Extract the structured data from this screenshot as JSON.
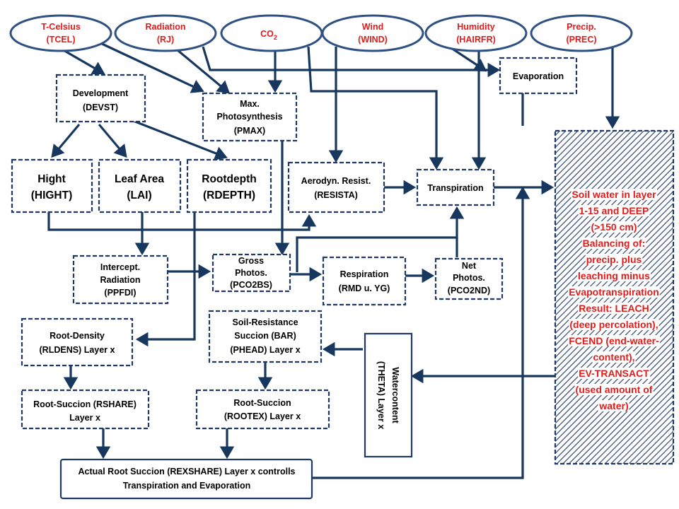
{
  "inputs": {
    "tcel": [
      "T-Celsius",
      "(TCEL)"
    ],
    "rj": [
      "Radiation",
      "(RJ)"
    ],
    "co2": "CO",
    "co2_sub": "2",
    "wind": [
      "Wind",
      "(WIND)"
    ],
    "hairfr": [
      "Humidity",
      "(HAIRFR)"
    ],
    "prec": [
      "Precip.",
      "(PREC)"
    ]
  },
  "boxes": {
    "devst": [
      "Development",
      "(DEVST)"
    ],
    "pmax": [
      "Max.",
      "Photosynthesis",
      "(PMAX)"
    ],
    "evaporation": [
      "Evaporation"
    ],
    "hight": [
      "Hight",
      "(HIGHT)"
    ],
    "lai": [
      "Leaf Area",
      "(LAI)"
    ],
    "rdepth": [
      "Rootdepth",
      "(RDEPTH)"
    ],
    "resista": [
      "Aerodyn. Resist.",
      "(RESISTA)"
    ],
    "transpiration": [
      "Transpiration"
    ],
    "ppfdi": [
      "Intercept.",
      "Radiation",
      "(PPFDI)"
    ],
    "pco2bs": [
      "Gross",
      "Photos.",
      "(PCO2BS)"
    ],
    "rmd": [
      "Respiration",
      "(RMD u. YG)"
    ],
    "pco2nd": [
      "Net",
      "Photos.",
      "(PCO2ND)"
    ],
    "rldens": [
      "Root-Density",
      "(RLDENS) Layer x"
    ],
    "phead": [
      "Soil-Resistance",
      "Succion (BAR)",
      "(PHEAD) Layer x"
    ],
    "theta": [
      "Watercontent",
      "(THETA) Layer x"
    ],
    "rshare": [
      "Root-Succion (RSHARE)",
      "Layer x"
    ],
    "rootex": [
      "Root-Succion",
      "(ROOTEX) Layer x"
    ],
    "rexshare": [
      "Actual Root Succion (REXSHARE) Layer x controlls",
      "Transpiration and Evaporation"
    ]
  },
  "soil": [
    "Soil water in layer",
    "1-15 and DEEP",
    "(>150 cm)",
    "Balancing of:",
    "precip. plus",
    "leaching minus",
    "Evapotranspiration",
    "Result: LEACH",
    "(deep percolation),",
    "FCEND (end-water-",
    "content),",
    "EV-TRANSACT",
    "(used amount of",
    "water)"
  ],
  "colors": {
    "node_border": "#1F3864",
    "ellipse_border": "#2E5182",
    "input_text": "#E21B1B",
    "soil_text": "#E21B1B",
    "arrow": "#17375E"
  }
}
